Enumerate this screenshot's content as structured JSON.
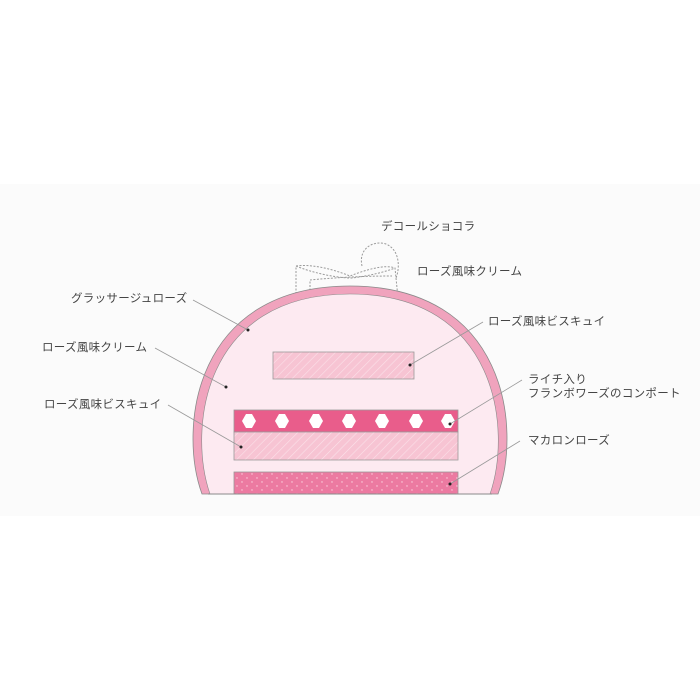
{
  "diagram": {
    "title": "",
    "colors": {
      "background_band": "#fbfbfb",
      "glaze_ring": "#f0a3bd",
      "cream_fill": "#fdeaf1",
      "biscuit": "#f7c4d3",
      "compote": "#e95d8b",
      "macaron": "#ec7aa1",
      "leader_line": "#999999"
    },
    "labels": {
      "decor_chocolate": "デコールショコラ",
      "top_cream": "ローズ風味クリーム",
      "glaze": "グラッサージュローズ",
      "cream": "ローズ風味クリーム",
      "biscuit_left": "ローズ風味ビスキュイ",
      "biscuit_right": "ローズ風味ビスキュイ",
      "compote_line1": "ライチ入り",
      "compote_line2": "フランボワーズのコンポート",
      "macaron": "マカロンローズ"
    }
  }
}
